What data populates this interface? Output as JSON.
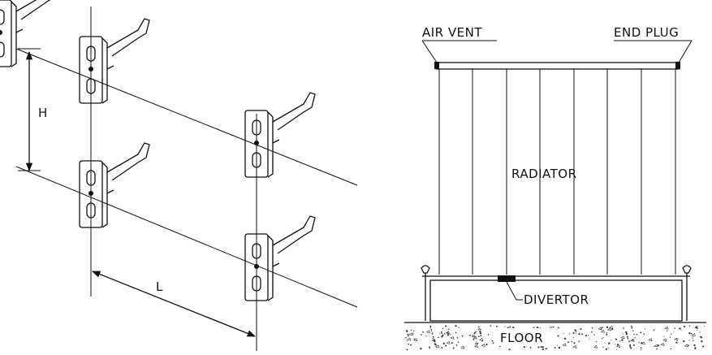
{
  "labels": {
    "height": "H",
    "length": "L",
    "air_vent": "AIR VENT",
    "end_plug": "END PLUG",
    "radiator": "RADIATOR",
    "divertor": "DIVERTOR",
    "floor": "FLOOR"
  },
  "colors": {
    "line": "#111111",
    "background": "#ffffff"
  }
}
